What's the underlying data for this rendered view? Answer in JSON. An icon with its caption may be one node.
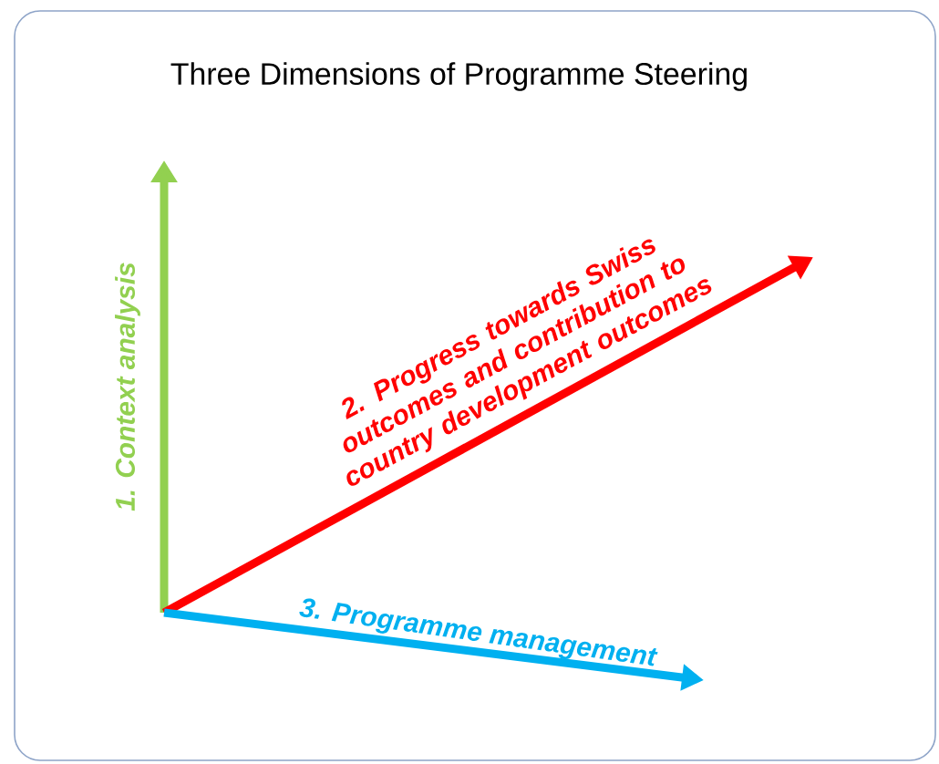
{
  "diagram": {
    "title": "Three Dimensions of Programme Steering",
    "labels": [
      "**1. Context** analysis",
      "2. Progress towards Swiss outcomes and contribution to country development outcomes",
      "3. Programme management"
    ]
  }
}
